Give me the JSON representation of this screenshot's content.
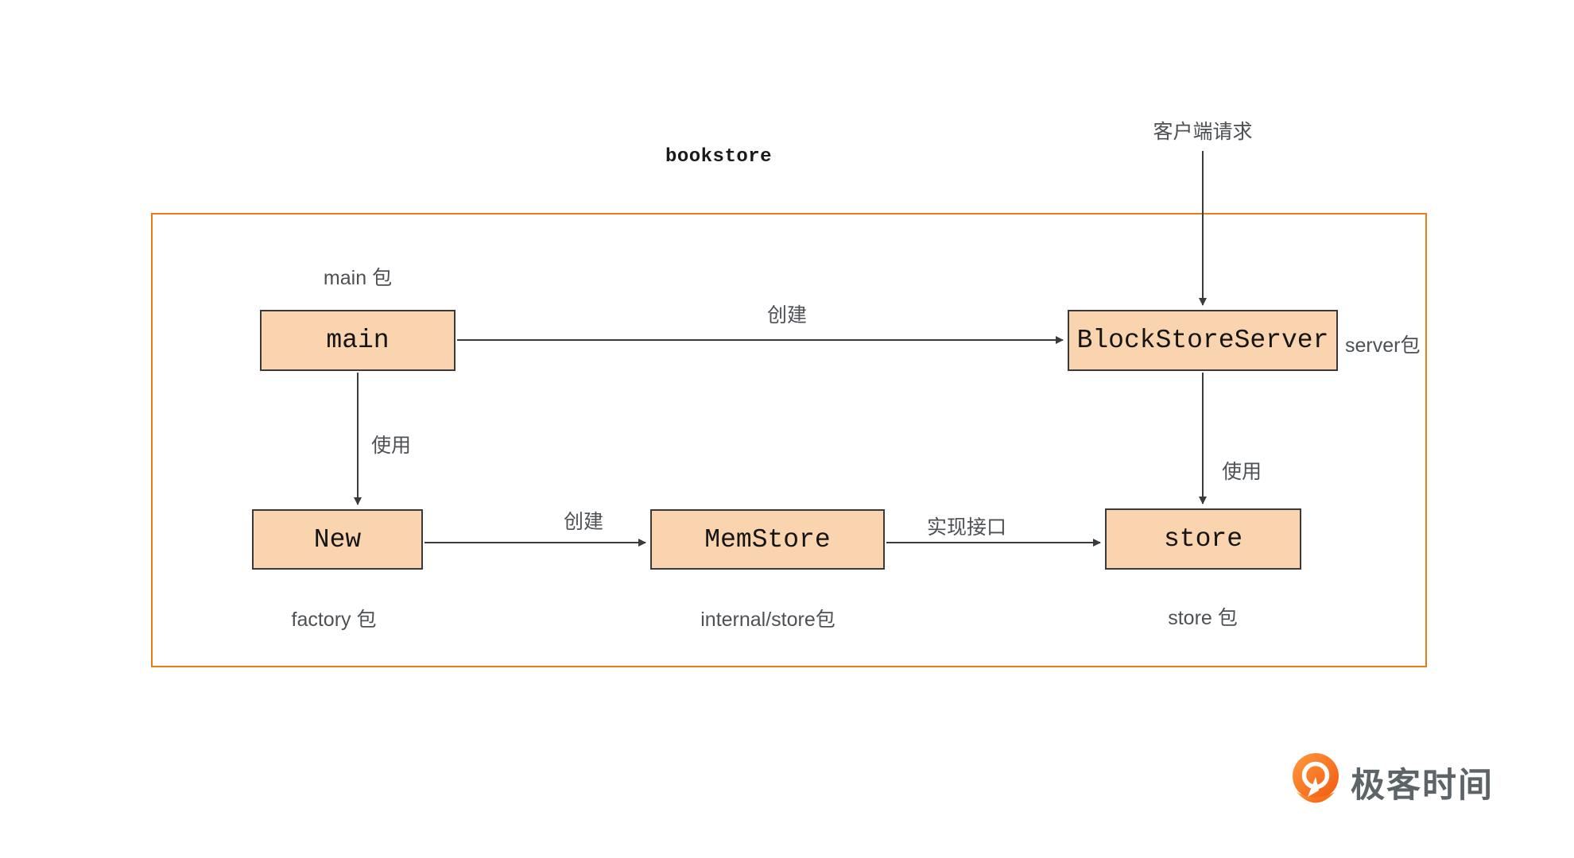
{
  "title": "bookstore",
  "client_request_label": "客户端请求",
  "nodes": {
    "main": {
      "label": "main"
    },
    "block_store_server": {
      "label": "BlockStoreServer"
    },
    "new": {
      "label": "New"
    },
    "mem_store": {
      "label": "MemStore"
    },
    "store": {
      "label": "store"
    }
  },
  "package_labels": {
    "main_pkg": "main 包",
    "server_pkg": "server包",
    "factory_pkg": "factory 包",
    "internal_store_pkg": "internal/store包",
    "store_pkg": "store 包"
  },
  "edge_labels": {
    "create_top": "创建",
    "use_left": "使用",
    "create_bottom": "创建",
    "implement_interface": "实现接口",
    "use_right": "使用"
  },
  "edges": [
    {
      "name": "client-request-to-blockstoreserver",
      "label": "客户端请求"
    },
    {
      "name": "main-to-blockstoreserver",
      "label": "创建"
    },
    {
      "name": "main-to-new",
      "label": "使用"
    },
    {
      "name": "blockstoreserver-to-store",
      "label": "使用"
    },
    {
      "name": "new-to-memstore",
      "label": "创建"
    },
    {
      "name": "memstore-to-store",
      "label": "实现接口"
    }
  ],
  "logo": {
    "text": "极客时间"
  },
  "colors": {
    "container_border": "#E87D18",
    "node_fill": "#FAD4AE",
    "node_border": "#3a3a3a",
    "arrow": "#3b3b3b",
    "label_text": "#4d5155",
    "node_text": "#151515",
    "logo_orange_light": "#FF9A3D",
    "logo_orange_dark": "#F2590F",
    "logo_text": "#5d6468"
  }
}
